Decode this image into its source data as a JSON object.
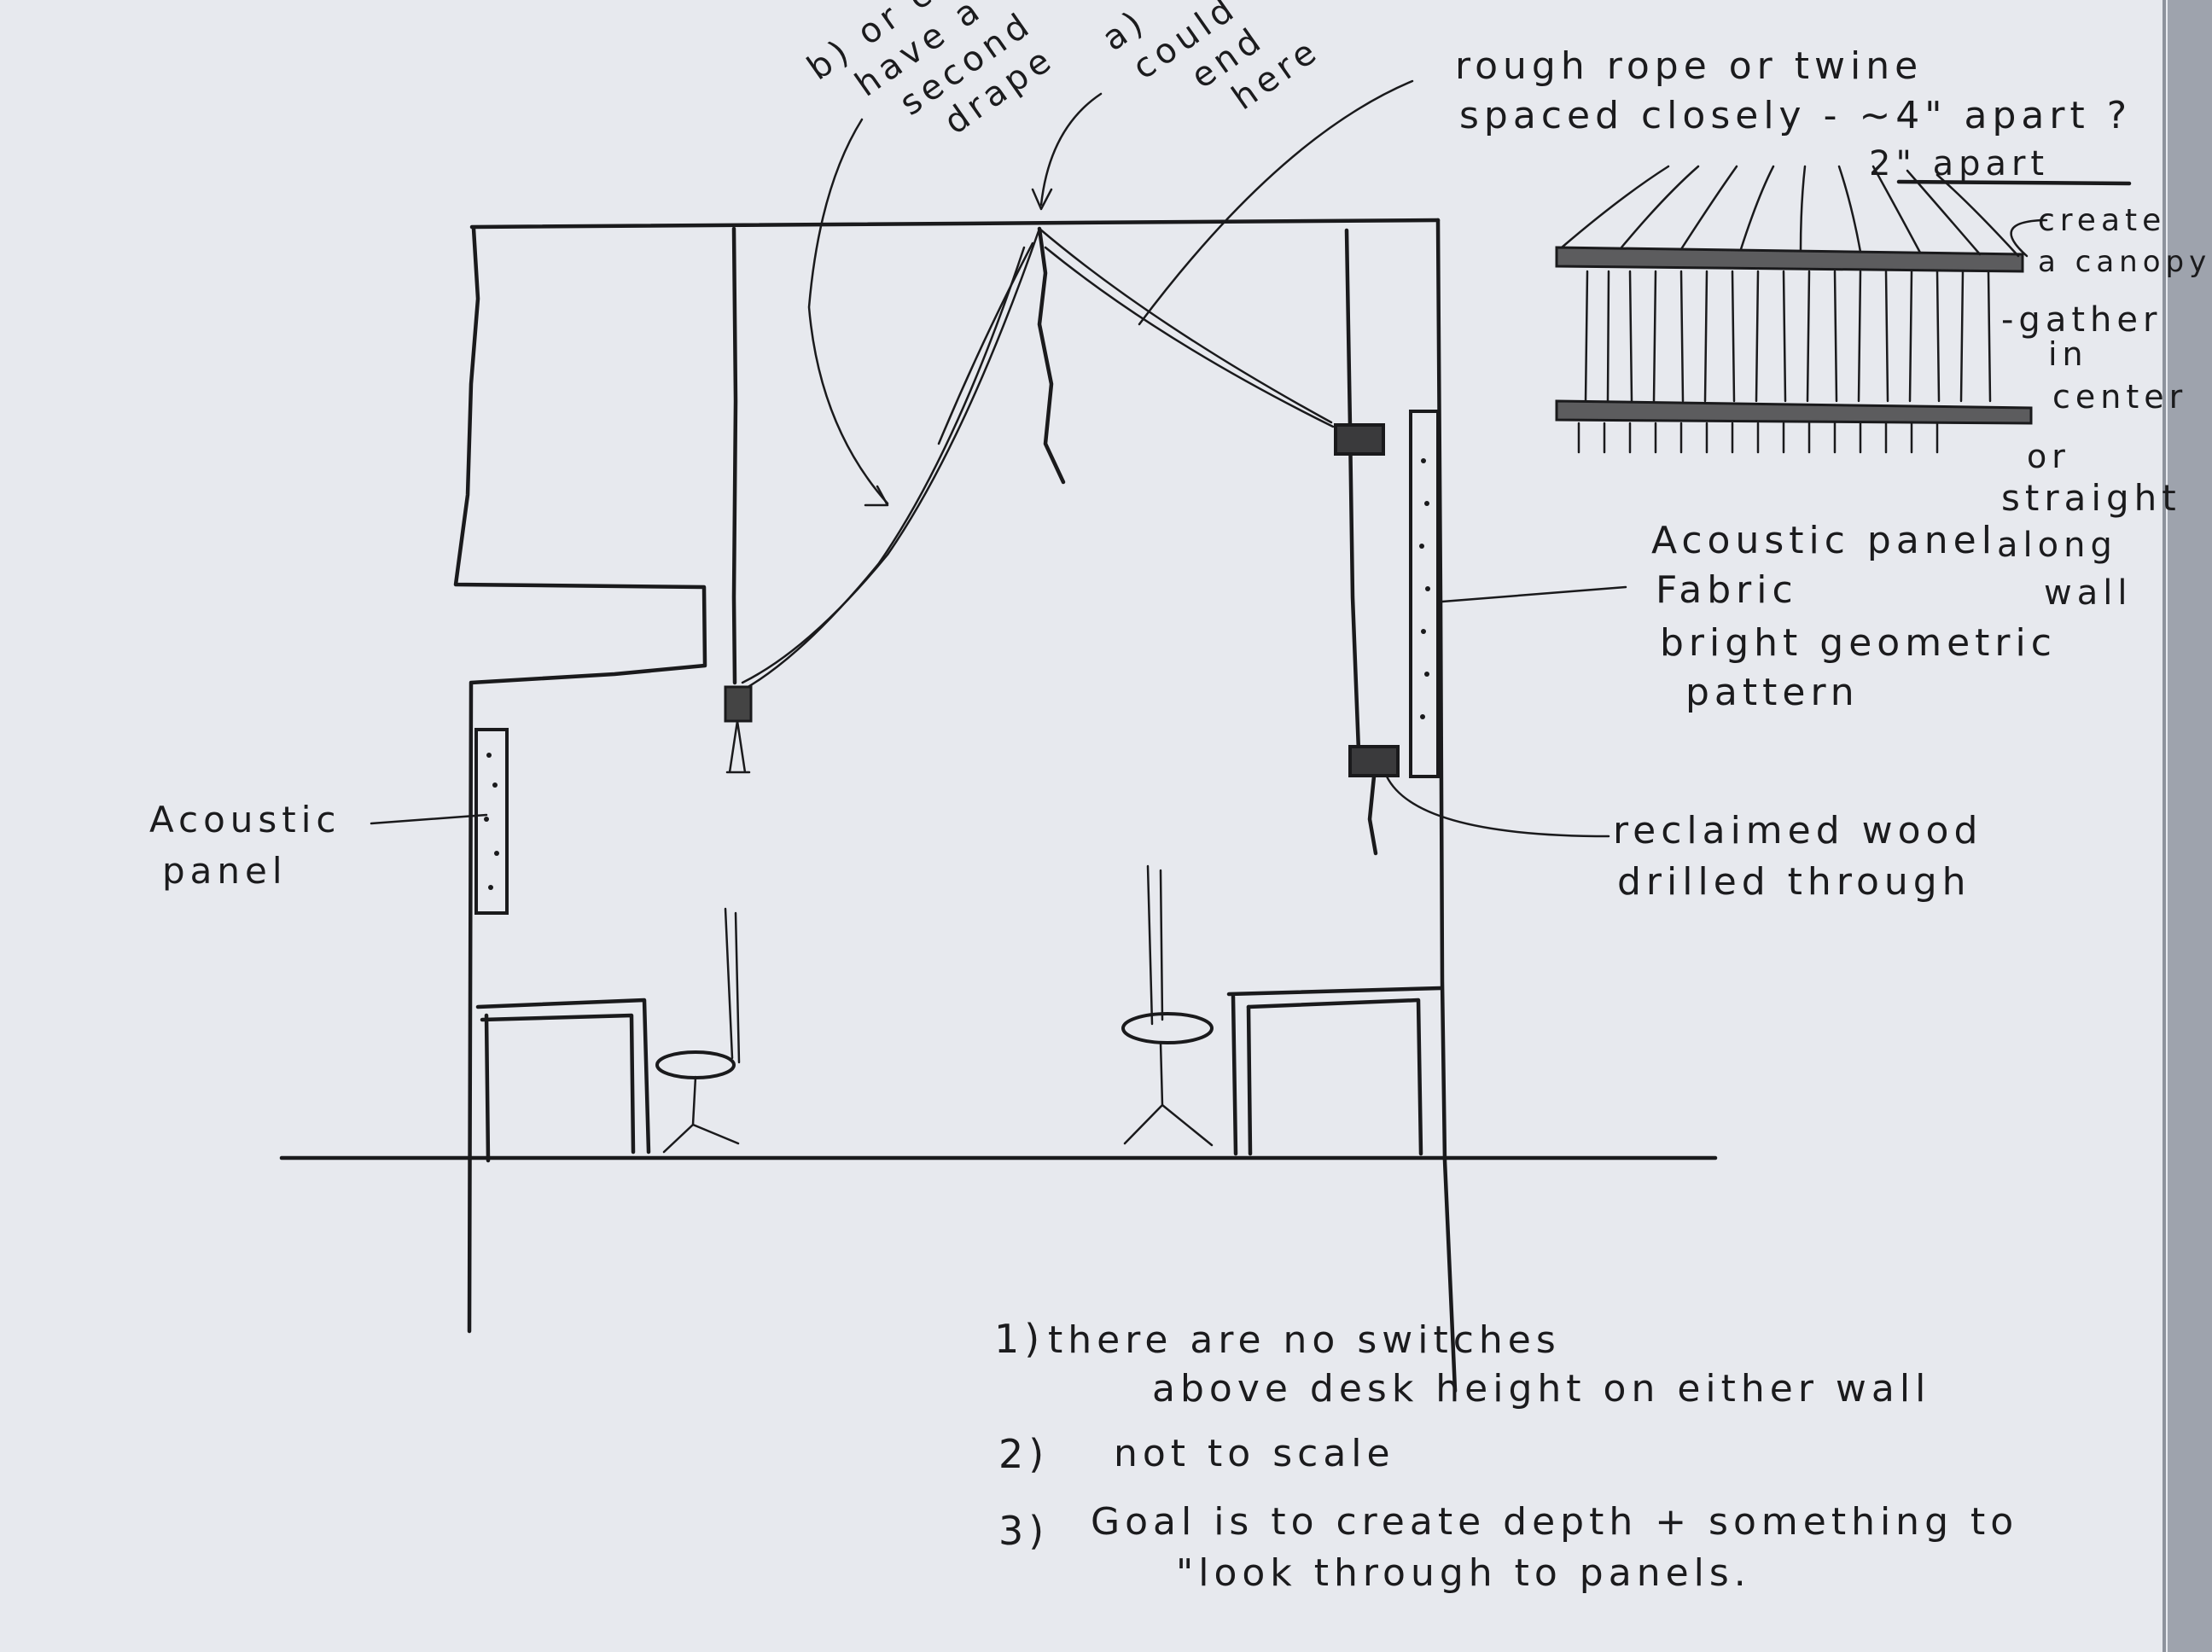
{
  "annotations": {
    "option_b": [
      "b) or could",
      "have a",
      "second",
      "drape"
    ],
    "option_a": [
      "a)",
      "could",
      "end",
      "here"
    ],
    "rope_note": [
      "rough rope or twine",
      "spaced closely - ~4\" apart ?"
    ],
    "spacing_alt": "2\" apart",
    "canopy_note": [
      "create",
      "a canopy",
      "-gather",
      "in",
      "center",
      "or",
      "straight",
      "along",
      "wall"
    ],
    "panel_fabric_note": [
      "Acoustic panel",
      "Fabric",
      "bright geometric",
      "pattern"
    ],
    "left_panel_label": [
      "Acoustic",
      "panel"
    ],
    "wood_note": [
      "reclaimed wood",
      "drilled through"
    ]
  },
  "notes": [
    {
      "num": "1)",
      "lines": [
        "there are no switches",
        "above desk height on either wall"
      ]
    },
    {
      "num": "2)",
      "lines": [
        "not to scale"
      ]
    },
    {
      "num": "3)",
      "lines": [
        "Goal is to create depth + something to",
        "\"look through to panels."
      ]
    }
  ],
  "colors": {
    "paper": "#e9ebf0",
    "ink": "#1a1a1c",
    "background": "#c9cdd6"
  }
}
